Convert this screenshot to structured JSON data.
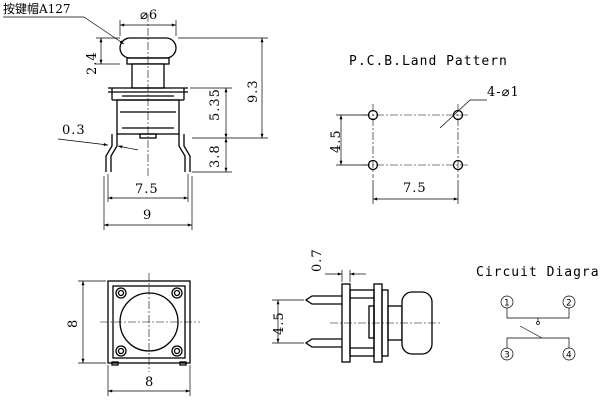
{
  "front_view": {
    "cap_label": "按键帽A127",
    "cap_diameter": "⌀6",
    "cap_height": "2.4",
    "total_height": "9.3",
    "body_height": "5.35",
    "pin_length": "3.8",
    "pin_thickness": "0.3",
    "pin_spacing": "7.5",
    "body_width": "9"
  },
  "pcb_land_pattern": {
    "title": "P.C.B.Land Pattern",
    "hole_spec": "4-⌀1",
    "vertical_spacing": "4.5",
    "horizontal_spacing": "7.5"
  },
  "top_view": {
    "width": "8",
    "height": "8"
  },
  "side_view": {
    "lead_offset": "0.7",
    "lead_spacing": "4.5"
  },
  "circuit_diagram": {
    "title": "Circuit Diagram",
    "pins": [
      "1",
      "2",
      "3",
      "4"
    ]
  }
}
